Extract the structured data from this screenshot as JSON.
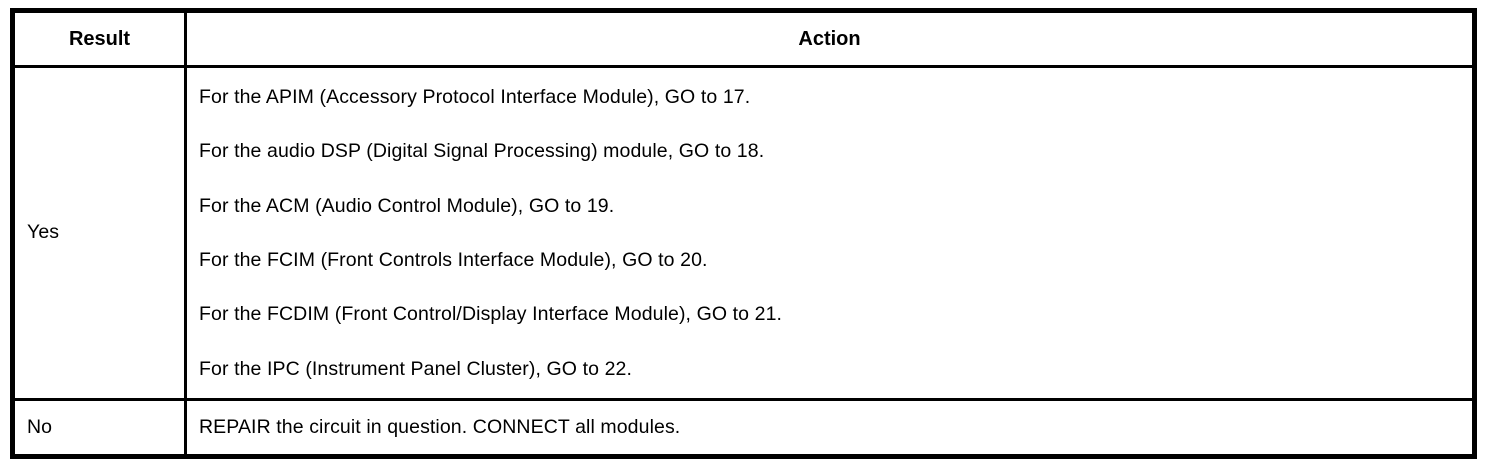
{
  "table": {
    "headers": {
      "result": "Result",
      "action": "Action"
    },
    "rows": [
      {
        "result": "Yes",
        "actions": [
          "For the APIM (Accessory Protocol Interface Module), GO to 17.",
          "For the audio DSP (Digital Signal Processing) module, GO to 18.",
          "For the ACM (Audio Control Module), GO to 19.",
          "For the FCIM (Front Controls Interface Module), GO to 20.",
          "For the FCDIM (Front Control/Display Interface Module), GO to 21.",
          "For the IPC (Instrument Panel Cluster), GO to 22."
        ]
      },
      {
        "result": "No",
        "actions": [
          "REPAIR the circuit in question. CONNECT all modules."
        ]
      }
    ],
    "colors": {
      "border": "#000000",
      "background": "#ffffff",
      "text": "#000000"
    }
  }
}
